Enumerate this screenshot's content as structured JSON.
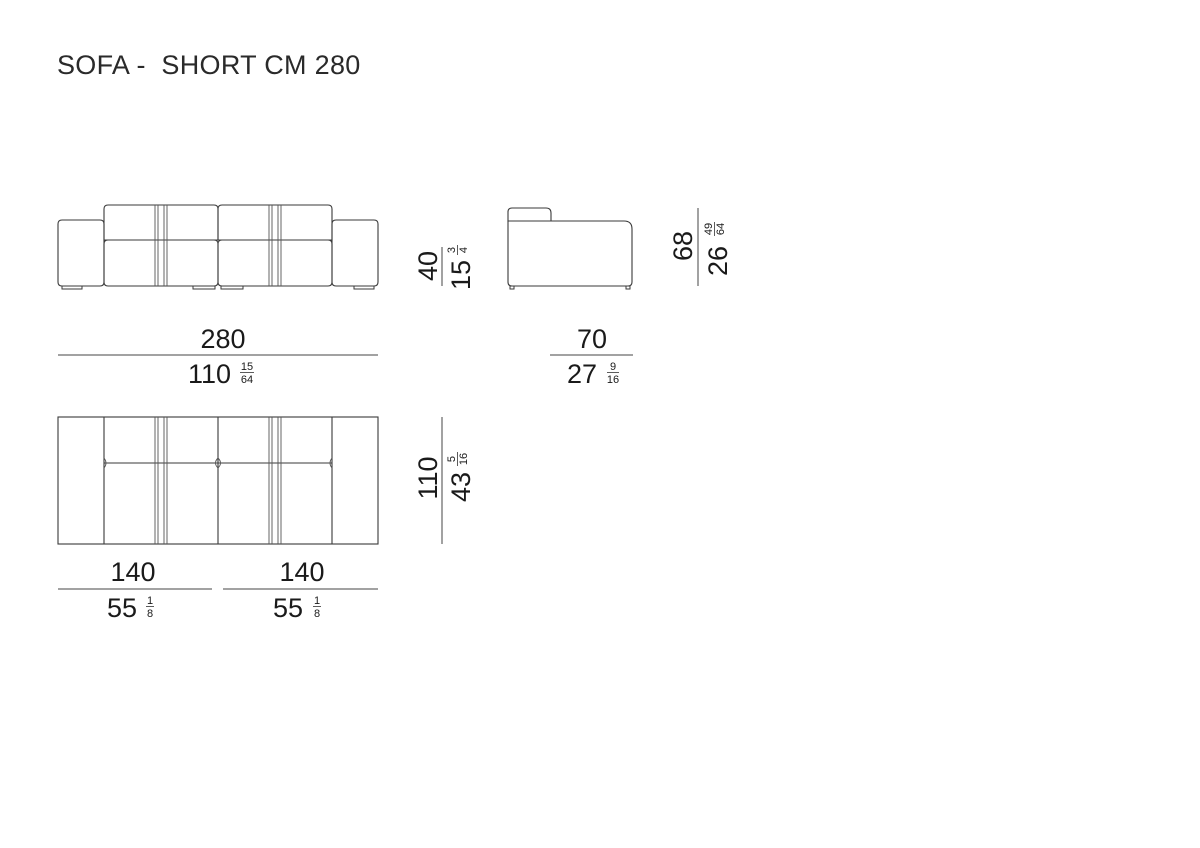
{
  "title": "SOFA -  SHORT CM 280",
  "front_view": {
    "height_cm": "40",
    "height_in": "15",
    "height_in_frac_num": "3",
    "height_in_frac_den": "4",
    "width_cm": "280",
    "width_in": "110",
    "width_in_frac_num": "15",
    "width_in_frac_den": "64"
  },
  "side_view": {
    "height_cm": "68",
    "height_in": "26",
    "height_in_frac_num": "49",
    "height_in_frac_den": "64",
    "depth_cm": "70",
    "depth_in": "27",
    "depth_in_frac_num": "9",
    "depth_in_frac_den": "16"
  },
  "top_view": {
    "depth_cm": "110",
    "depth_in": "43",
    "depth_in_frac_num": "5",
    "depth_in_frac_den": "16",
    "module_left_cm": "140",
    "module_left_in": "55",
    "module_left_frac_num": "1",
    "module_left_frac_den": "8",
    "module_right_cm": "140",
    "module_right_in": "55",
    "module_right_frac_num": "1",
    "module_right_frac_den": "8"
  }
}
